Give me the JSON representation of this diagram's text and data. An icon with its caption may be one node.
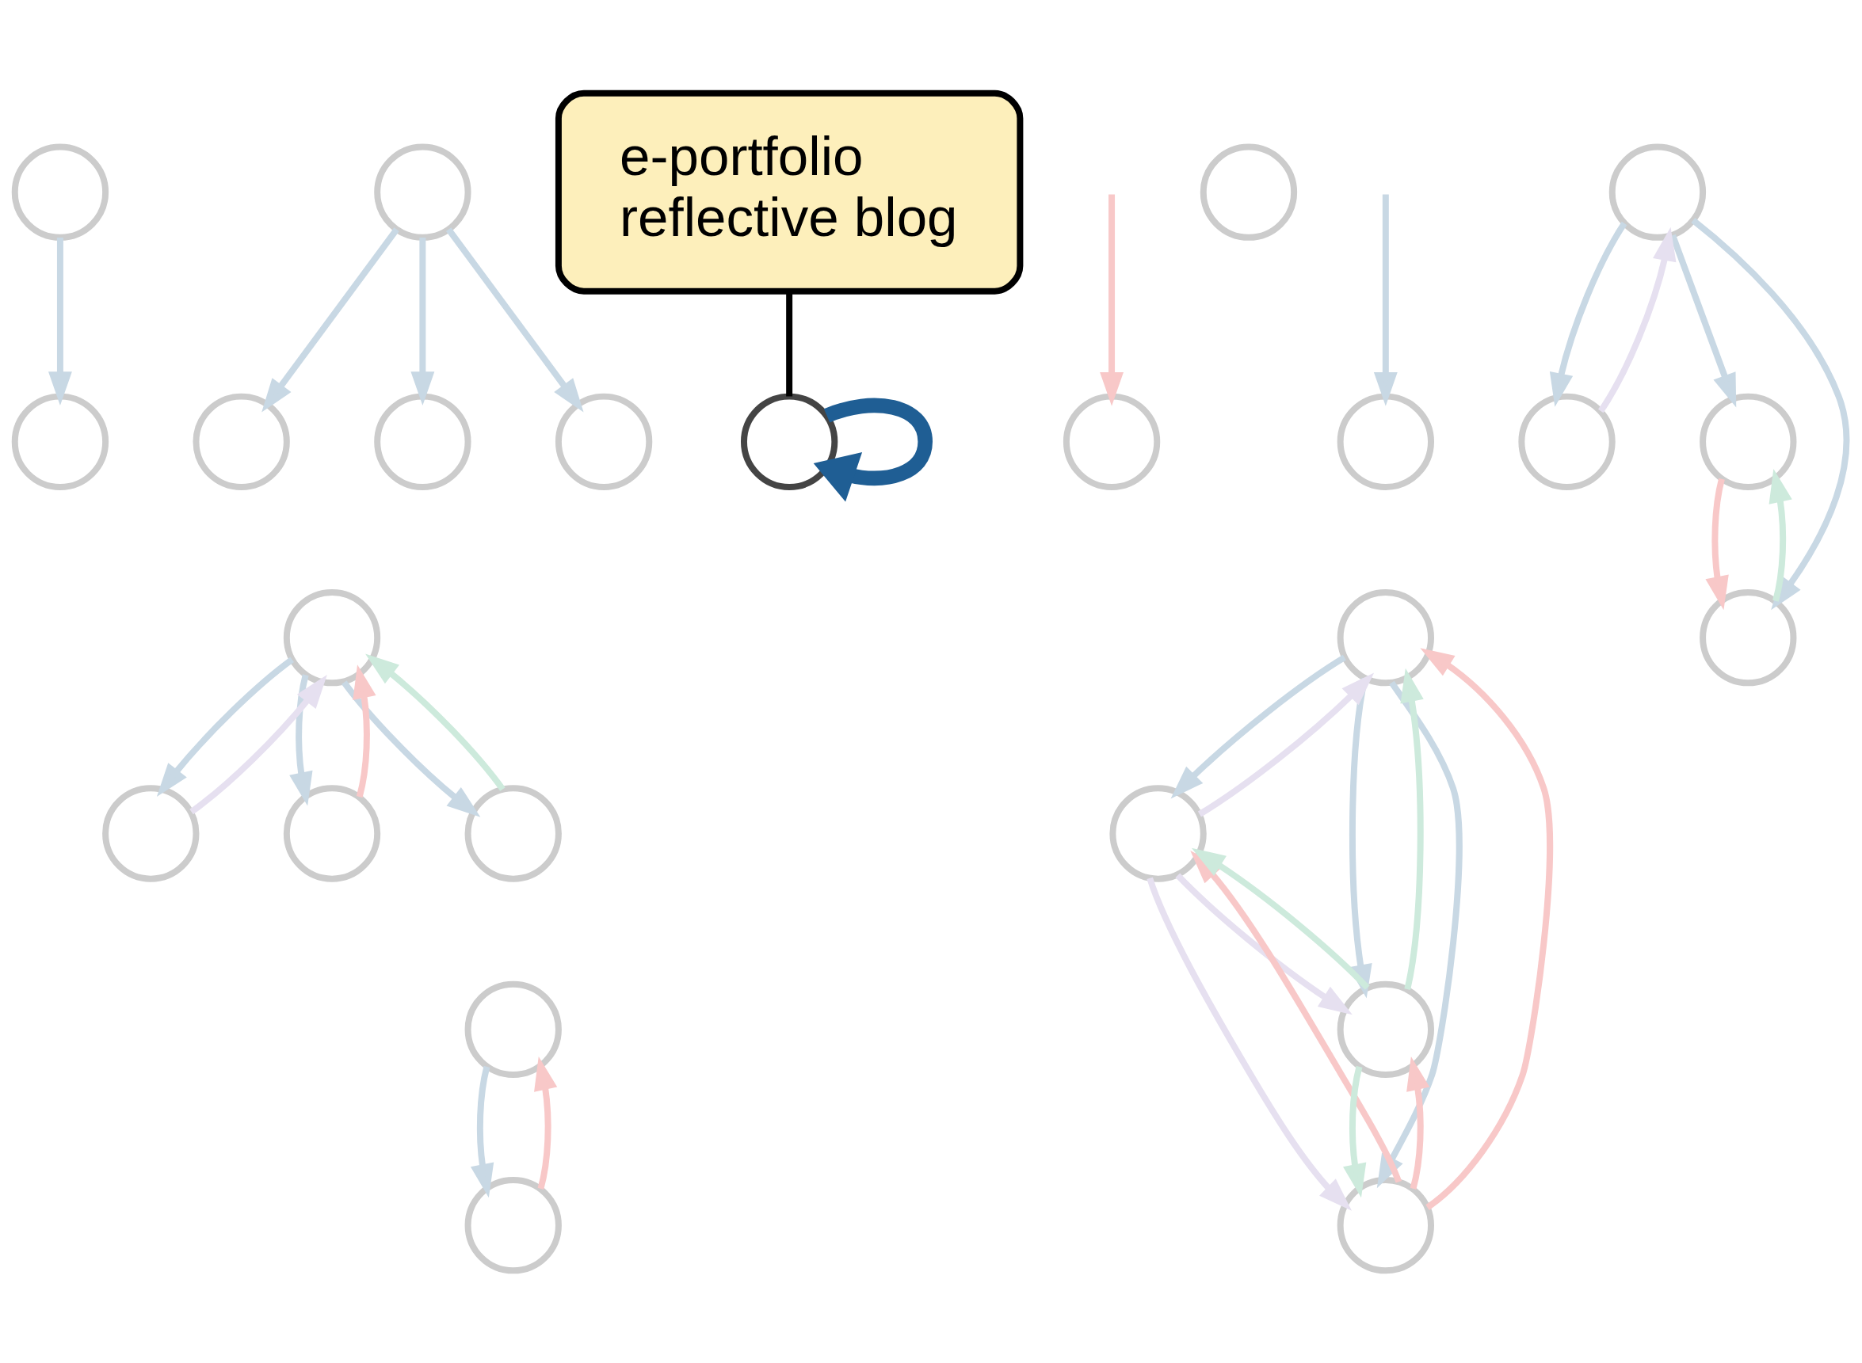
{
  "diagram": {
    "nodes": [
      {
        "text": [],
        "shape": "circle"
      },
      {
        "text": [],
        "shape": "circle"
      },
      {
        "text": [],
        "shape": "circle"
      },
      {
        "text": [],
        "shape": "circle"
      },
      {
        "text": [],
        "shape": "circle"
      },
      {
        "text": [],
        "shape": "circle"
      },
      {
        "text": [],
        "shape": "circle"
      },
      {
        "text": [
          "e-portfolio",
          "reflective blog"
        ]
      },
      {
        "text": [],
        "shape": "circle"
      },
      {
        "text": [],
        "shape": "circle"
      },
      {
        "text": [],
        "shape": "circle"
      },
      {
        "text": [],
        "shape": "circle"
      },
      {
        "text": [],
        "shape": "circle"
      },
      {
        "text": [],
        "shape": "circle"
      },
      {
        "text": [],
        "shape": "circle"
      },
      {
        "text": [],
        "shape": "circle"
      },
      {
        "text": [],
        "shape": "circle"
      },
      {
        "text": [],
        "shape": "circle"
      },
      {
        "text": [],
        "shape": "circle"
      },
      {
        "text": [],
        "shape": "circle"
      },
      {
        "text": [],
        "shape": "circle"
      },
      {
        "text": [],
        "shape": "circle"
      },
      {
        "text": [],
        "shape": "circle"
      },
      {
        "text": [],
        "shape": "circle"
      },
      {
        "text": [],
        "shape": "circle"
      }
    ],
    "edges": [
      {
        "from": 0,
        "to": 1,
        "arrow": "to"
      },
      {
        "from": 2,
        "to": 3,
        "arrow": "to"
      },
      {
        "from": 2,
        "to": 4,
        "arrow": "to"
      },
      {
        "from": 2,
        "to": 5,
        "arrow": "to"
      },
      {
        "from": 6,
        "to": 6,
        "arrow": "to",
        "style": "thick",
        "color": "#1f5e94"
      },
      {
        "from": 7,
        "to": 6,
        "arrow": "none",
        "color": "#000000"
      },
      {
        "from": 8,
        "to": 9,
        "arrow": "to"
      },
      {
        "from": 9,
        "to": 8,
        "arrow": "to",
        "color": "#e6e0f0"
      },
      {
        "from": 8,
        "to": 10,
        "arrow": "to"
      },
      {
        "from": 8,
        "to": 11,
        "arrow": "to"
      },
      {
        "from": 10,
        "to": 8,
        "arrow": "to",
        "color": "#f8c8c8"
      },
      {
        "from": 11,
        "to": 8,
        "arrow": "to",
        "color": "#cdeadc"
      },
      {
        "from": null,
        "to": 12,
        "arrow": "to",
        "color": "#f8c8c8"
      },
      {
        "from": null,
        "to": 14,
        "arrow": "to"
      },
      {
        "from": 15,
        "to": 16,
        "arrow": "to"
      },
      {
        "from": 16,
        "to": 15,
        "arrow": "to",
        "color": "#f8c8c8"
      },
      {
        "from": 17,
        "to": 18,
        "arrow": "to"
      },
      {
        "from": 18,
        "to": 17,
        "arrow": "to",
        "color": "#e6e0f0"
      },
      {
        "from": 17,
        "to": 19,
        "arrow": "to"
      },
      {
        "from": 17,
        "to": 20,
        "arrow": "to"
      },
      {
        "from": 19,
        "to": 20,
        "arrow": "to",
        "color": "#f8c8c8"
      },
      {
        "from": 20,
        "to": 19,
        "arrow": "to",
        "color": "#cdeadc"
      },
      {
        "from": 21,
        "to": 22,
        "arrow": "to"
      },
      {
        "from": 22,
        "to": 21,
        "arrow": "to",
        "color": "#e6e0f0"
      },
      {
        "from": 21,
        "to": 23,
        "arrow": "to"
      },
      {
        "from": 21,
        "to": 24,
        "arrow": "to"
      },
      {
        "from": 23,
        "to": 21,
        "arrow": "to",
        "color": "#f8c8c8"
      },
      {
        "from": 24,
        "to": 21,
        "arrow": "to",
        "color": "#cdeadc"
      },
      {
        "from": 23,
        "to": 24,
        "arrow": "to",
        "color": "#f8c8c8"
      },
      {
        "from": 24,
        "to": 23,
        "arrow": "to",
        "color": "#cdeadc"
      },
      {
        "from": 23,
        "to": 22,
        "arrow": "to",
        "color": "#f8c8c8"
      },
      {
        "from": 22,
        "to": 23,
        "arrow": "to",
        "color": "#e6e0f0"
      },
      {
        "from": 22,
        "to": 24,
        "arrow": "to",
        "color": "#e6e0f0"
      },
      {
        "from": 24,
        "to": 22,
        "arrow": "to",
        "color": "#cdeadc"
      }
    ]
  }
}
